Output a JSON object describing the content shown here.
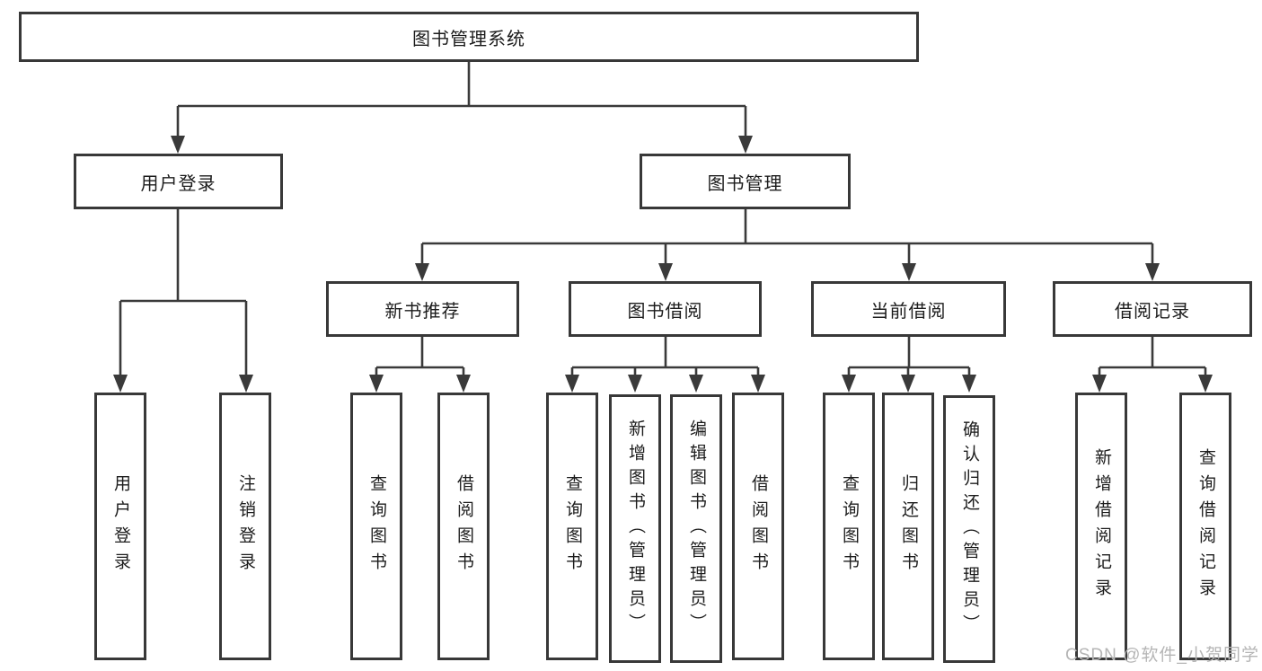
{
  "diagram": {
    "root": "图书管理系统",
    "branches": [
      {
        "label": "用户登录",
        "children": [
          "用户登录",
          "注销登录"
        ]
      },
      {
        "label": "图书管理",
        "sections": [
          {
            "label": "新书推荐",
            "children": [
              "查询图书",
              "借阅图书"
            ]
          },
          {
            "label": "图书借阅",
            "children": [
              "查询图书",
              "新增图书（管理员）",
              "编辑图书（管理员）",
              "借阅图书"
            ]
          },
          {
            "label": "当前借阅",
            "children": [
              "查询图书",
              "归还图书",
              "确认归还（管理员）"
            ]
          },
          {
            "label": "借阅记录",
            "children": [
              "新增借阅记录",
              "查询借阅记录"
            ]
          }
        ]
      }
    ]
  },
  "watermark": {
    "text": "CSDN @软件_小贺同学"
  },
  "colors": {
    "line": "#3a3a3a",
    "text": "#1c1c1c",
    "watermark": "#b5b5b5",
    "background": "#ffffff"
  }
}
